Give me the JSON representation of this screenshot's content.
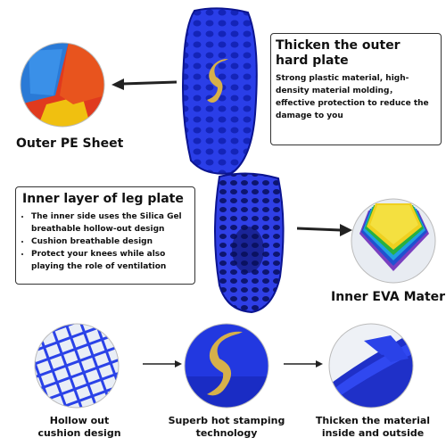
{
  "outer_pe": {
    "label": "Outer PE Sheet"
  },
  "thicken_outer": {
    "title_line1": "Thicken the outer",
    "title_line2": "hard plate",
    "body": "Strong plastic material, high-density material molding，effective protection to reduce the damage to you"
  },
  "inner_layer": {
    "title": "Inner layer of leg plate",
    "bullets": [
      "The inner side uses the Silica Gel breathable hollow-out design",
      "Cushion breathable design",
      "Protect your knees while also playing the role of ventilation"
    ]
  },
  "inner_eva": {
    "label": "Inner EVA Material"
  },
  "bottom": {
    "hollow_line1": "Hollow out",
    "hollow_line2": "cushion design",
    "stamp_line1": "Superb hot stamping",
    "stamp_line2": "technology",
    "thicken_line1": "Thicken the material",
    "thicken_line2": "inside and outside"
  },
  "colors": {
    "shield_blue": "#1f2fd6",
    "dark_blue": "#0b148f",
    "gold": "#d6b04a"
  }
}
